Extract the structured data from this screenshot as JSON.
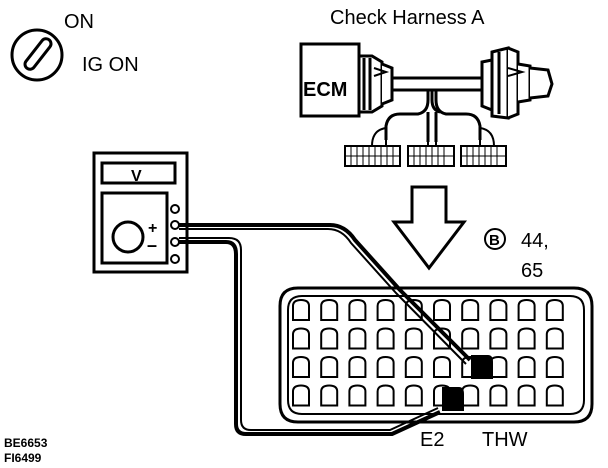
{
  "ignition": {
    "on_label": "ON",
    "ig_label": "IG ON"
  },
  "harness": {
    "title": "Check Harness A",
    "ecm_label": "ECM"
  },
  "voltmeter": {
    "display_label": "V",
    "plus_label": "+",
    "minus_label": "–"
  },
  "connector": {
    "marker_label": "B",
    "pins_line1": "44,",
    "pins_line2": "65",
    "e2_label": "E2",
    "thw_label": "THW"
  },
  "codes": {
    "code1": "BE6653",
    "code2": "FI6499"
  }
}
